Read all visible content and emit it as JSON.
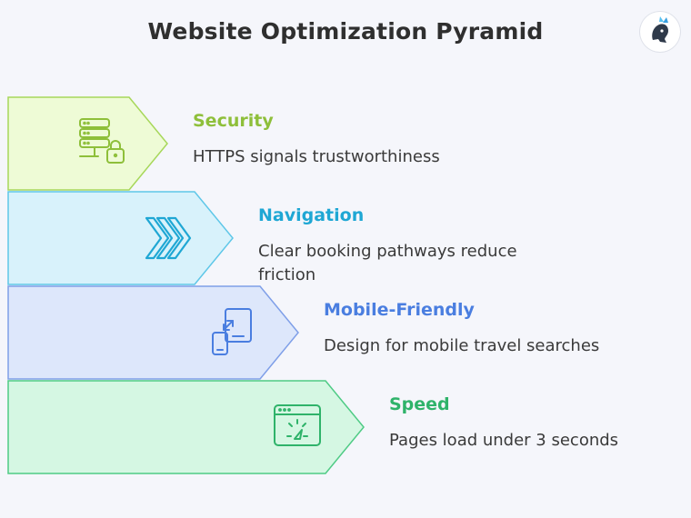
{
  "title": "Website Optimization Pyramid",
  "levels": [
    {
      "heading": "Security",
      "text": "HTTPS signals trustworthiness",
      "icon": "server-lock-icon",
      "fill": "#eefbd6",
      "stroke": "#a7d75a",
      "color": "#8ebf3a"
    },
    {
      "heading": "Navigation",
      "text": "Clear booking pathways reduce friction",
      "icon": "fast-forward-icon",
      "fill": "#d8f2fb",
      "stroke": "#5fc7e8",
      "color": "#1fa7d4"
    },
    {
      "heading": "Mobile-Friendly",
      "text": "Design for mobile travel searches",
      "icon": "mobile-devices-icon",
      "fill": "#dde7fb",
      "stroke": "#7f9fe8",
      "color": "#4a7ee0"
    },
    {
      "heading": "Speed",
      "text": "Pages load under 3 seconds",
      "icon": "browser-speedometer-icon",
      "fill": "#d5f7e3",
      "stroke": "#4fcb85",
      "color": "#2fb36a"
    }
  ]
}
